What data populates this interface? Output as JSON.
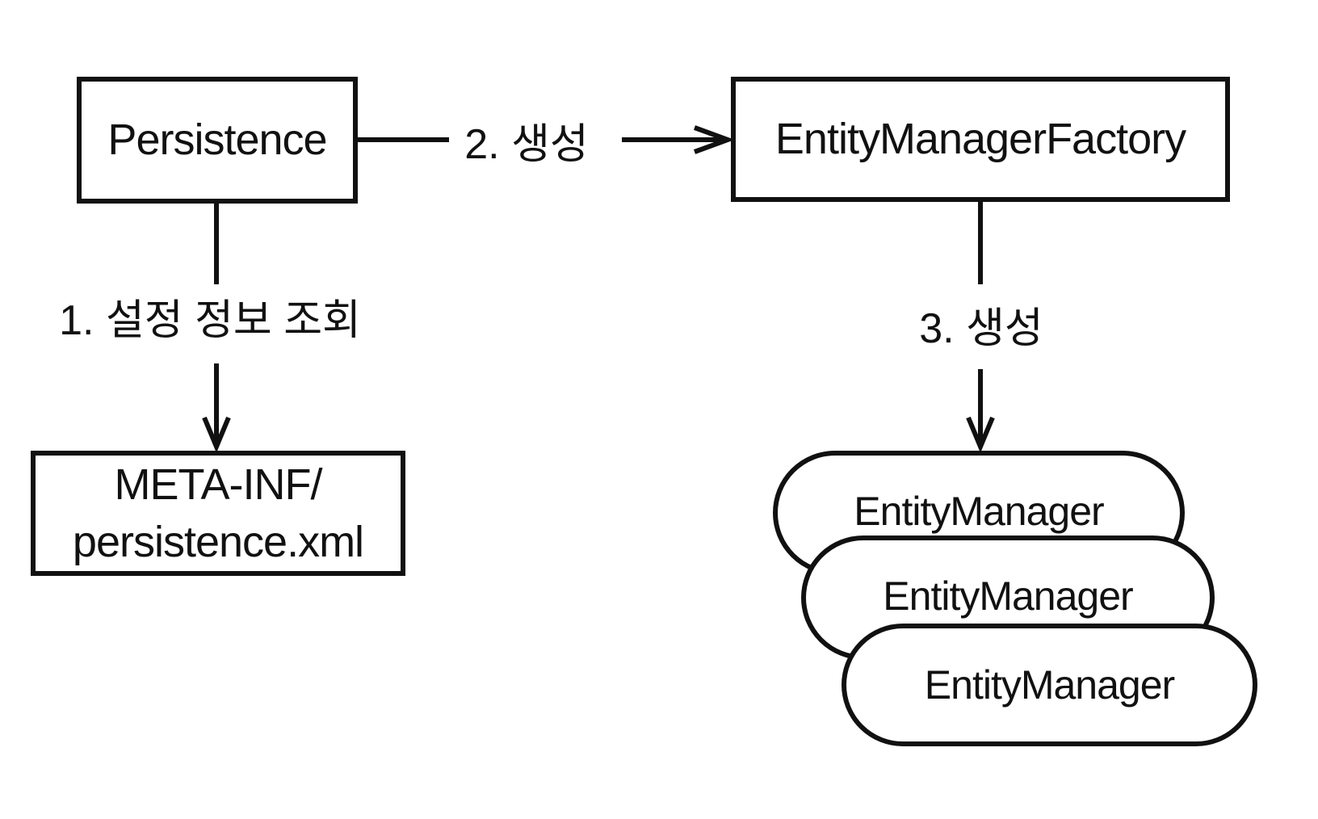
{
  "diagram": {
    "colors": {
      "background": "#ffffff",
      "stroke": "#111111",
      "text": "#111111"
    },
    "nodes": {
      "persistence": {
        "label": "Persistence",
        "shape": "rectangle"
      },
      "entity_manager_factory": {
        "label": "EntityManagerFactory",
        "shape": "rectangle"
      },
      "persistence_xml": {
        "line1": "META-INF/",
        "line2": "persistence.xml",
        "shape": "rectangle"
      },
      "entity_managers": [
        {
          "label": "EntityManager",
          "shape": "rounded"
        },
        {
          "label": "EntityManager",
          "shape": "rounded"
        },
        {
          "label": "EntityManager",
          "shape": "rounded"
        }
      ]
    },
    "edges": [
      {
        "id": "step1",
        "label": "1. 설정 정보 조회",
        "from": "persistence",
        "to": "persistence_xml",
        "direction": "down"
      },
      {
        "id": "step2",
        "label": "2. 생성",
        "from": "persistence",
        "to": "entity_manager_factory",
        "direction": "right"
      },
      {
        "id": "step3",
        "label": "3. 생성",
        "from": "entity_manager_factory",
        "to": "entity_managers",
        "direction": "down"
      }
    ]
  }
}
